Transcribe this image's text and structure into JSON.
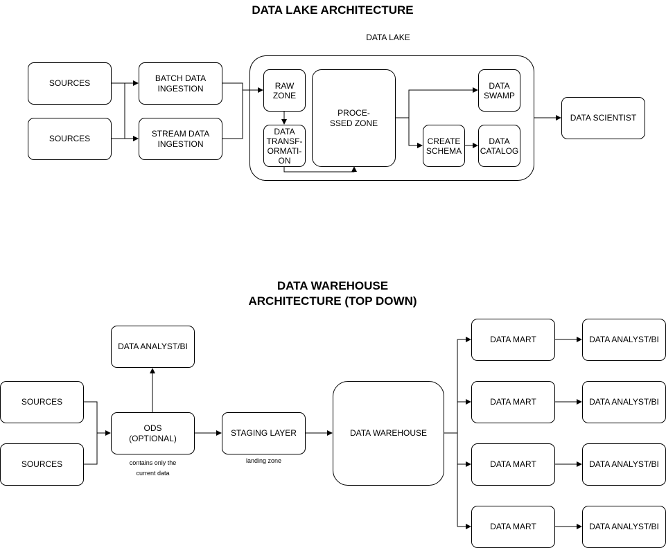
{
  "lake": {
    "title": "DATA LAKE ARCHITECTURE",
    "container_label": "DATA LAKE",
    "sources_1": "SOURCES",
    "sources_2": "SOURCES",
    "batch_ingestion": "BATCH DATA\nINGESTION",
    "stream_ingestion": "STREAM DATA\nINGESTION",
    "raw_zone": "RAW\nZONE",
    "data_transformation": "DATA\nTRANSF-\nORMATI-\nON",
    "processed_zone": "PROCE-\nSSED ZONE",
    "data_swamp": "DATA\nSWAMP",
    "create_schema": "CREATE\nSCHEMA",
    "data_catalog": "DATA\nCATALOG",
    "data_scientist": "DATA SCIENTIST"
  },
  "warehouse": {
    "title": "DATA WAREHOUSE\nARCHITECTURE (TOP DOWN)",
    "title_line1": "DATA WAREHOUSE",
    "title_line2": "ARCHITECTURE (TOP DOWN)",
    "sources_1": "SOURCES",
    "sources_2": "SOURCES",
    "ods": "ODS\n(OPTIONAL)",
    "ods_note": "contains only the\ncurrent data",
    "analyst_top": "DATA ANALYST/BI",
    "staging_layer": "STAGING LAYER",
    "staging_note": "landing zone",
    "data_warehouse": "DATA WAREHOUSE",
    "marts": [
      "DATA MART",
      "DATA MART",
      "DATA MART",
      "DATA MART"
    ],
    "analysts": [
      "DATA ANALYST/BI",
      "DATA ANALYST/BI",
      "DATA ANALYST/BI",
      "DATA ANALYST/BI"
    ]
  }
}
